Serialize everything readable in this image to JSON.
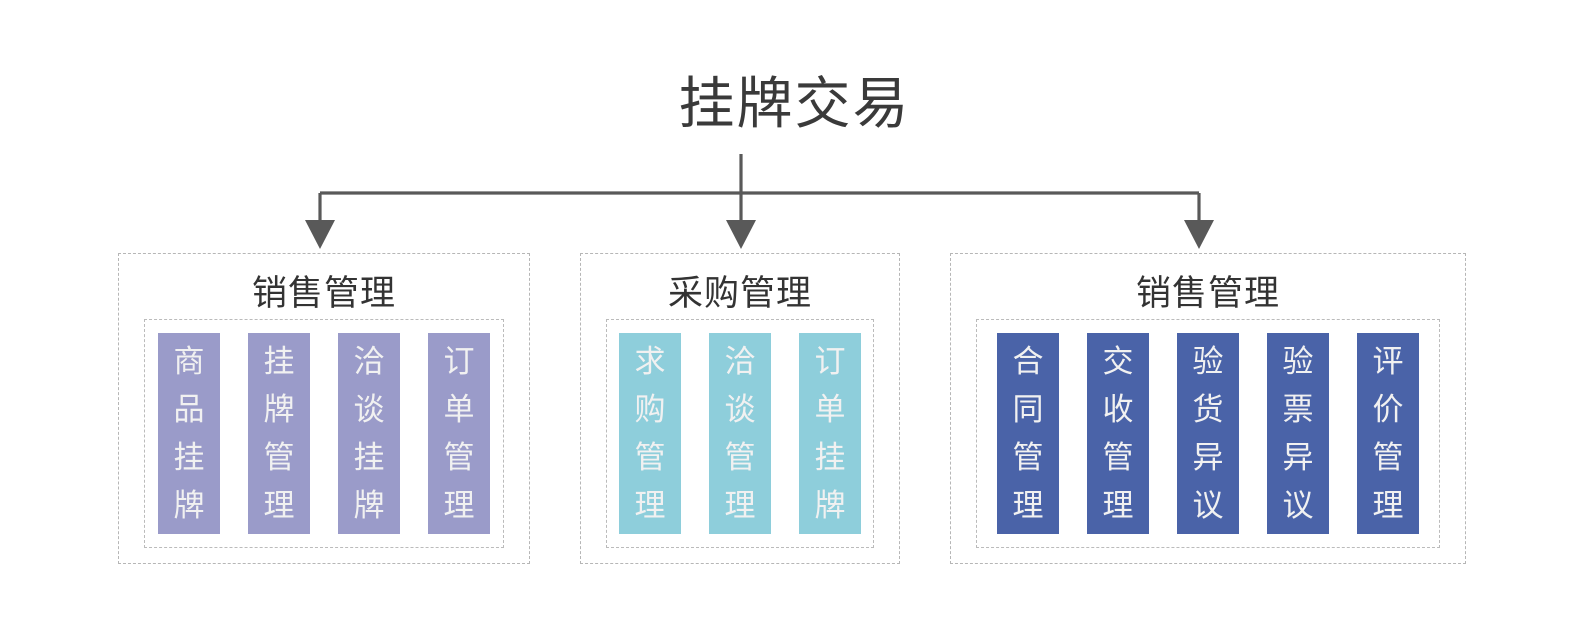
{
  "diagram": {
    "title": "挂牌交易",
    "connector_color": "#595959",
    "title_color": "#3a3a3a",
    "groups": [
      {
        "title": "销售管理",
        "color": "#9a9bc9",
        "text_color": "#f1f1f1",
        "items": [
          {
            "label": "商品挂牌",
            "chars": [
              "商",
              "品",
              "挂",
              "牌"
            ]
          },
          {
            "label": "挂牌管理",
            "chars": [
              "挂",
              "牌",
              "管",
              "理"
            ]
          },
          {
            "label": "洽谈挂牌",
            "chars": [
              "洽",
              "谈",
              "挂",
              "牌"
            ]
          },
          {
            "label": "订单管理",
            "chars": [
              "订",
              "单",
              "管",
              "理"
            ]
          }
        ]
      },
      {
        "title": "采购管理",
        "color": "#8ecedb",
        "text_color": "#f1f1f1",
        "items": [
          {
            "label": "求购管理",
            "chars": [
              "求",
              "购",
              "管",
              "理"
            ]
          },
          {
            "label": "洽谈管理",
            "chars": [
              "洽",
              "谈",
              "管",
              "理"
            ]
          },
          {
            "label": "订单挂牌",
            "chars": [
              "订",
              "单",
              "挂",
              "牌"
            ]
          }
        ]
      },
      {
        "title": "销售管理",
        "color": "#4a63a8",
        "text_color": "#f1f1f1",
        "items": [
          {
            "label": "合同管理",
            "chars": [
              "合",
              "同",
              "管",
              "理"
            ]
          },
          {
            "label": "交收管理",
            "chars": [
              "交",
              "收",
              "管",
              "理"
            ]
          },
          {
            "label": "验货异议",
            "chars": [
              "验",
              "货",
              "异",
              "议"
            ]
          },
          {
            "label": "验票异议",
            "chars": [
              "验",
              "票",
              "异",
              "议"
            ]
          },
          {
            "label": "评价管理",
            "chars": [
              "评",
              "价",
              "管",
              "理"
            ]
          }
        ]
      }
    ]
  }
}
